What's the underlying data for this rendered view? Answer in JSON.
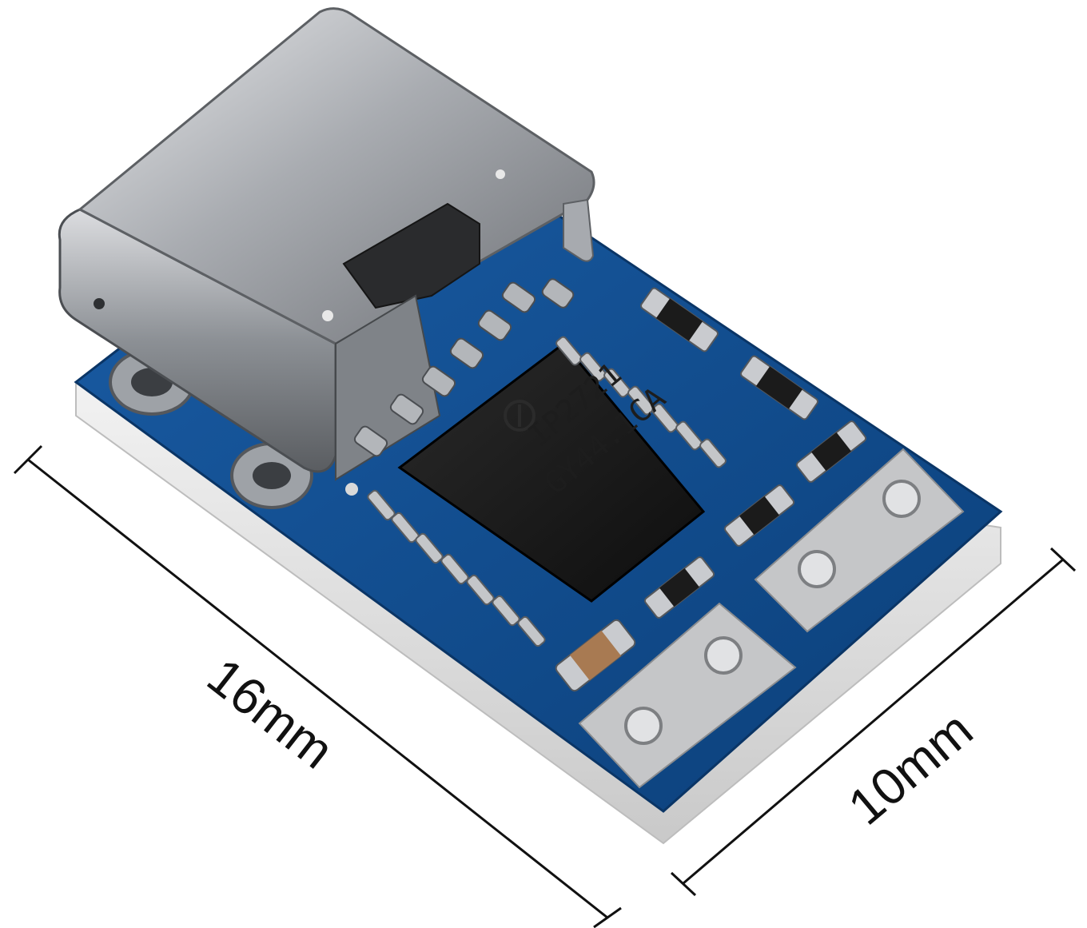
{
  "product": {
    "chip_marking_line1": "IP2721",
    "chip_marking_line2": "GY44.1CA"
  },
  "dimensions": {
    "length_label": "16mm",
    "width_label": "10mm"
  },
  "colors": {
    "pcb_blue": "#0f4c8f",
    "pcb_edge": "#d8d8d8",
    "connector_metal": "#b9bcc0",
    "chip_black": "#151515",
    "pad_silver": "#c8c8c8",
    "dimension_line": "#111111"
  },
  "icons": {
    "chip_logo": "ip-logo-icon"
  }
}
